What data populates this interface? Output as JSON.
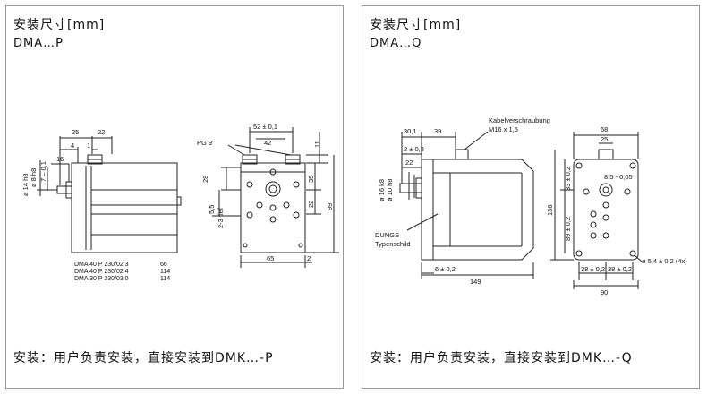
{
  "left": {
    "title": "安装尺寸[mm]",
    "subtitle": "DMA…P",
    "install_note": "安装：用户负责安装，直接安装到DMK…-P",
    "dims": {
      "d25": "25",
      "d22": "22",
      "d4": "4",
      "d1": "1",
      "d16": "16",
      "phi14": "ø 14 h8",
      "phi8": "ø 8 h8",
      "d7": "7 – 0,1",
      "pg9": "PG 9",
      "d52": "52 ± 0,1",
      "d42": "42",
      "d11": "11",
      "d28": "28",
      "d35": "35",
      "d55": "5,5",
      "d23tief": "2-3 tief",
      "d22b": "22",
      "d99": "99",
      "d65": "65",
      "d2": "2"
    },
    "models": [
      {
        "name": "DMA 40 P 230/02 3",
        "value": "66"
      },
      {
        "name": "DMA 40 P 230/02 4",
        "value": "114"
      },
      {
        "name": "DMA 30 P 230/03 0",
        "value": "114"
      }
    ]
  },
  "right": {
    "title": "安装尺寸[mm]",
    "subtitle": "DMA…Q",
    "install_note": "安装：用户负责安装，直接安装到DMK…-Q",
    "dims": {
      "d301": "30,1",
      "d39": "39",
      "kabel1": "Kabelverschraubung",
      "kabel2": "M16 x 1,5",
      "d2pm": "2 ± 0,3",
      "d22": "22",
      "phi16": "ø 16 k8",
      "phi10": "ø 10 h8",
      "dungs1": "DUNGS",
      "dungs2": "Typenschild",
      "d6": "6 ± 0,2",
      "d149": "149",
      "d68": "68",
      "d25": "25",
      "d33": "33 ± 0,2",
      "d85": "8,5 - 0,05",
      "d136": "136",
      "d89": "89 ± 0,2",
      "d38a": "38 ± 0,2",
      "d38b": "38 ± 0,2",
      "d90": "90",
      "phi54": "ø 5,4 ± 0,2 (4x)"
    }
  }
}
